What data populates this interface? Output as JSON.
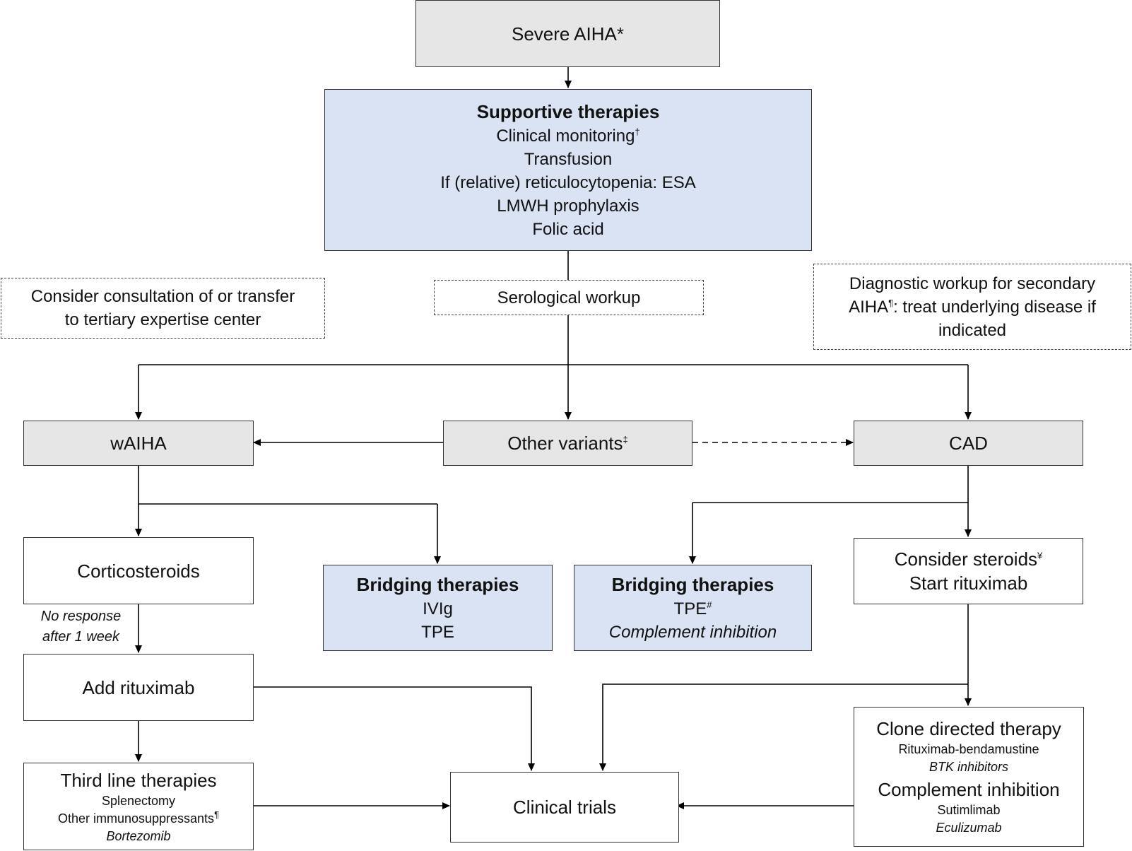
{
  "nodes": {
    "severe": {
      "text": "Severe AIHA*"
    },
    "supportive": {
      "title": "Supportive therapies",
      "items": [
        "Clinical monitoring",
        "Transfusion",
        "If (relative) reticulocytopenia: ESA",
        "LMWH prophylaxis",
        "Folic acid"
      ],
      "item0_sup": "†"
    },
    "consult": {
      "line1": "Consider consultation of or transfer",
      "line2": "to tertiary expertise center"
    },
    "serological": {
      "text": "Serological workup"
    },
    "diagnostic": {
      "line1": "Diagnostic workup for secondary",
      "line2a": "AIHA",
      "line2_sup": "¶",
      "line2b": ": treat underlying disease if",
      "line3": "indicated"
    },
    "waiha": {
      "text": "wAIHA"
    },
    "other_variants": {
      "text": "Other variants",
      "sup": "‡"
    },
    "cad": {
      "text": "CAD"
    },
    "corticosteroids": {
      "text": "Corticosteroids"
    },
    "bridging_w": {
      "title": "Bridging therapies",
      "items": [
        "IVIg",
        "TPE"
      ]
    },
    "bridging_c": {
      "title": "Bridging therapies",
      "item0": "TPE",
      "item0_sup": "#",
      "item1": "Complement inhibition"
    },
    "steroids_cad": {
      "line1": "Consider steroids",
      "line1_sup": "¥",
      "line2": "Start rituximab"
    },
    "add_rituximab": {
      "text": "Add rituximab"
    },
    "third_line": {
      "title": "Third line therapies",
      "item0": "Splenectomy",
      "item1": "Other immunosuppressants",
      "item1_sup": "¶",
      "item2": "Bortezomib"
    },
    "clinical_trials": {
      "text": "Clinical trials"
    },
    "clone": {
      "title1": "Clone directed therapy",
      "item0": "Rituximab-bendamustine",
      "item1": "BTK inhibitors",
      "title2": "Complement inhibition",
      "item2": "Sutimlimab",
      "item3": "Eculizumab"
    }
  },
  "edge_labels": {
    "no_response_line1": "No response",
    "no_response_line2": "after 1 week"
  },
  "colors": {
    "grey_fill": "#e6e6e6",
    "blue_fill": "#dae3f3",
    "stroke": "#333333"
  }
}
